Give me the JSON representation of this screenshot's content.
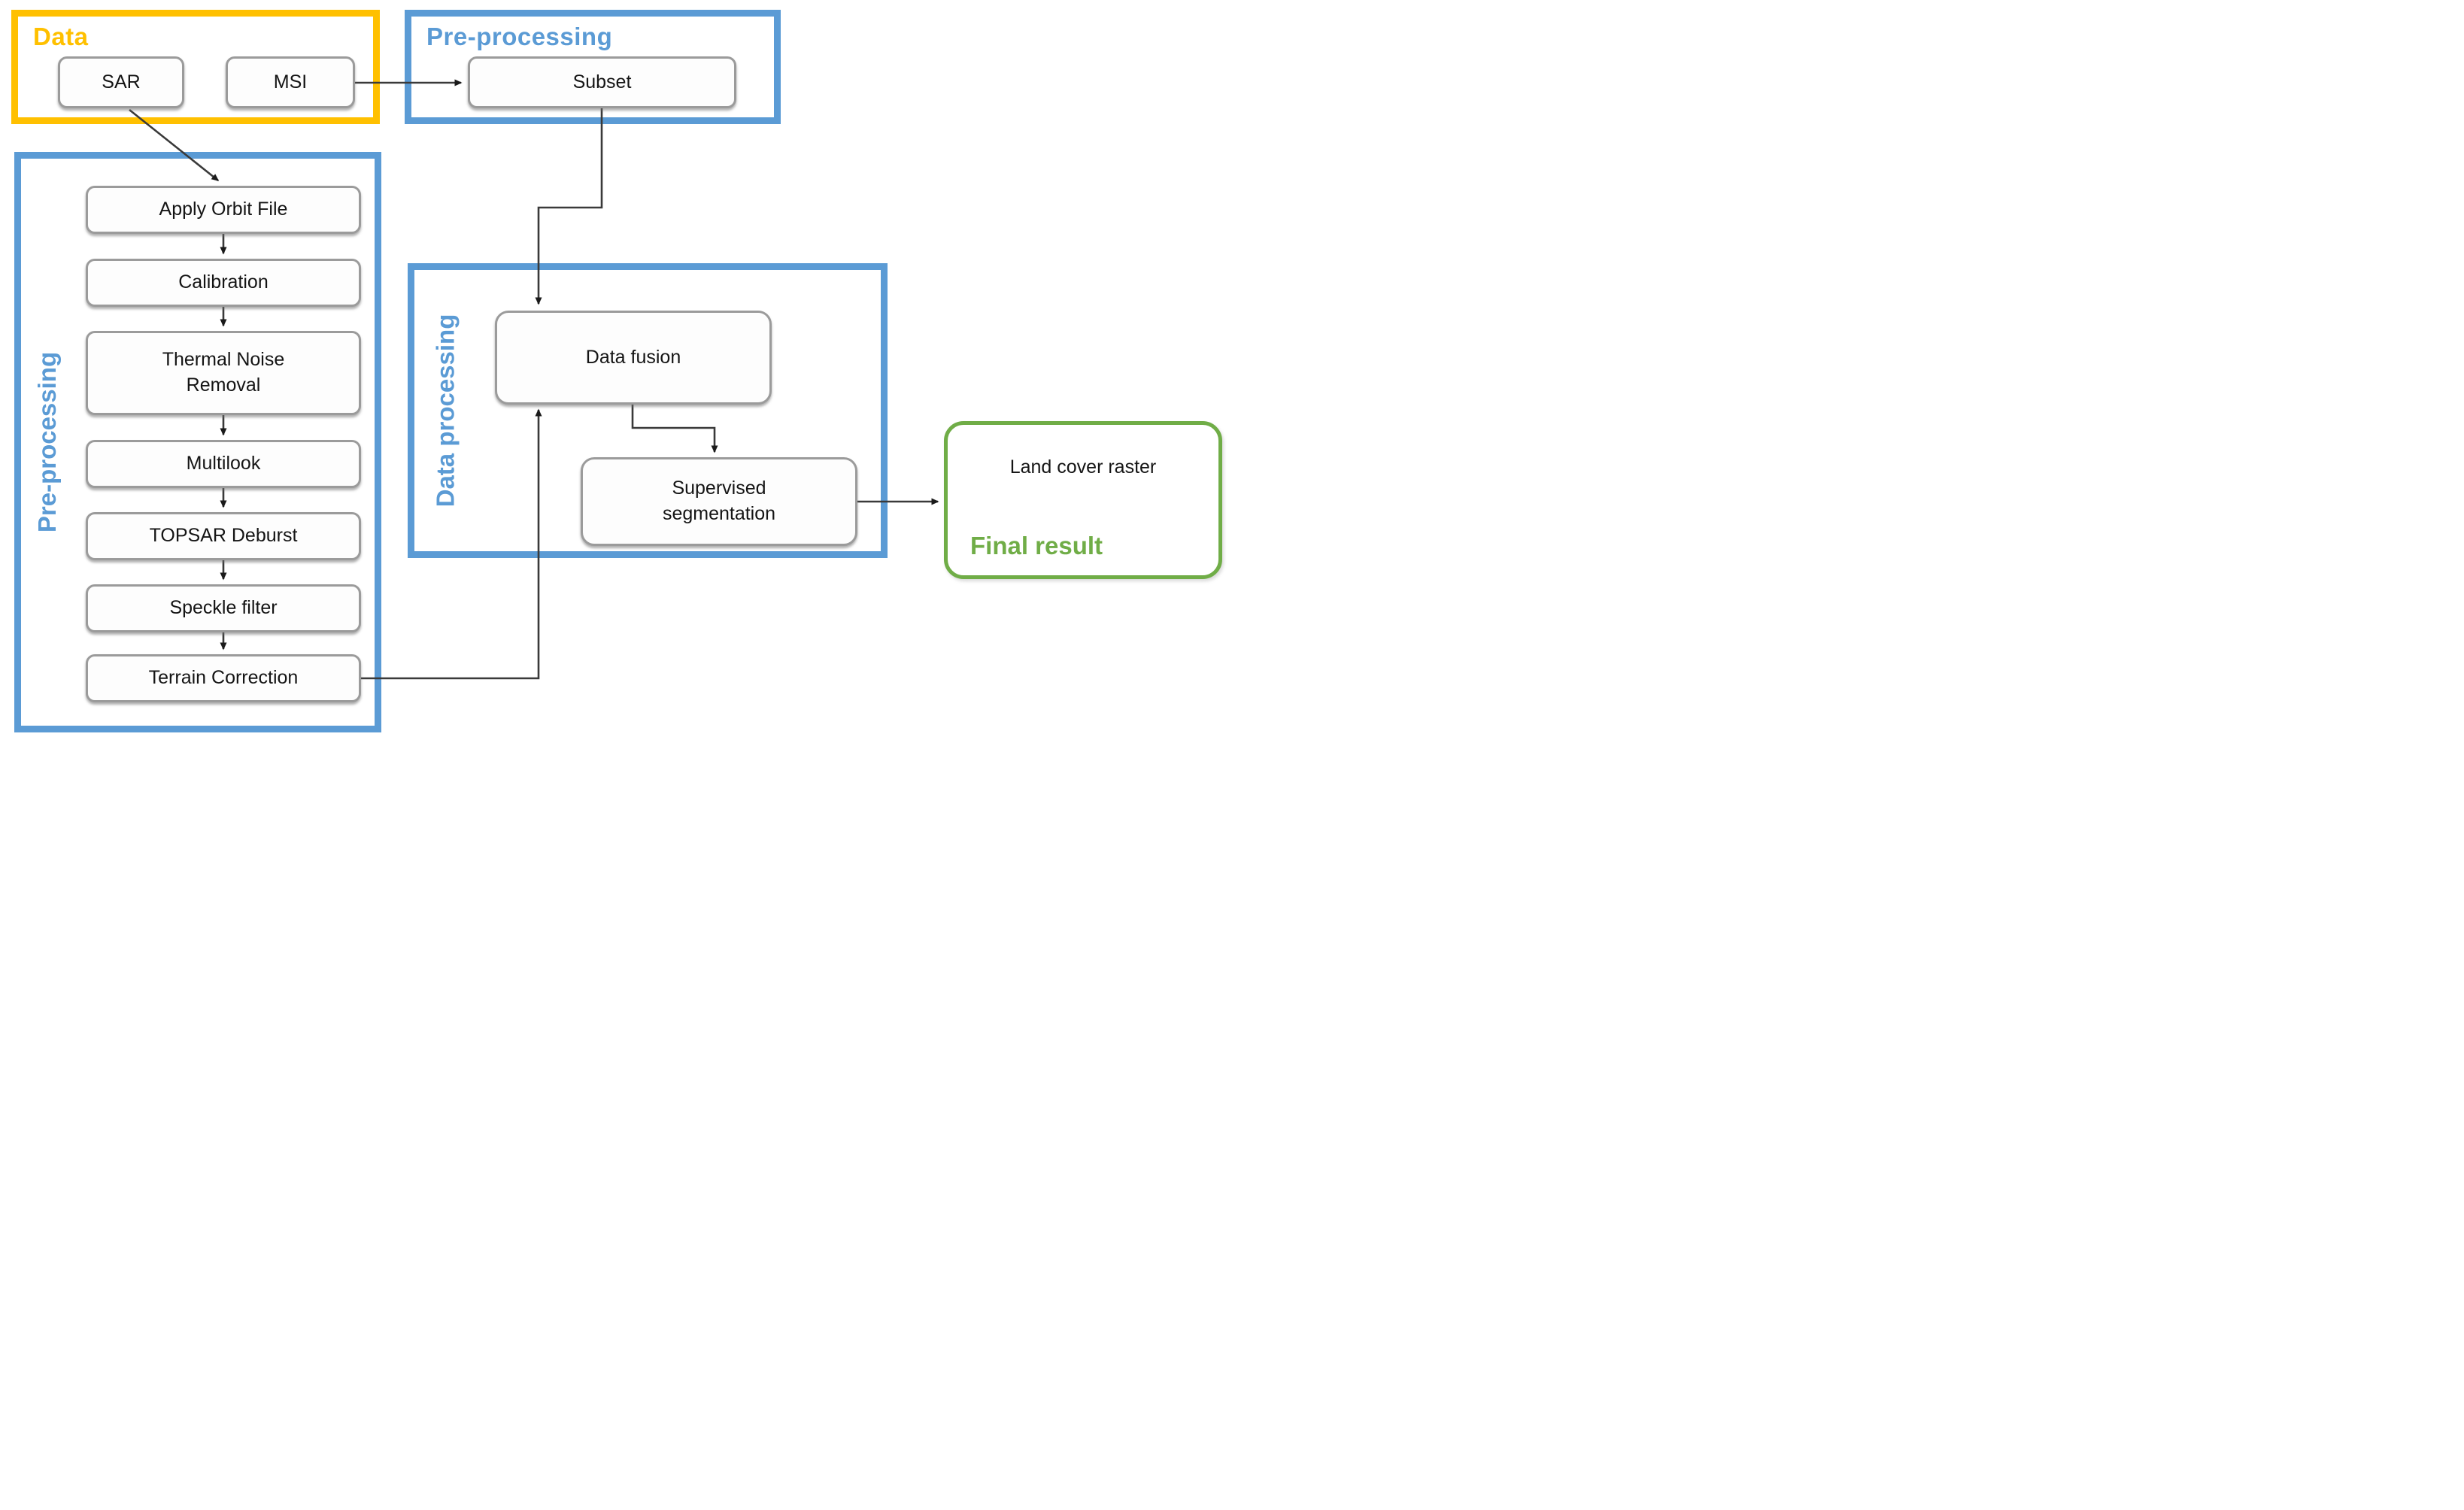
{
  "groups": {
    "data": {
      "label": "Data",
      "color": "#FFC000"
    },
    "preprocessing_top": {
      "label": "Pre-processing",
      "color": "#5B9BD5"
    },
    "preprocessing_left": {
      "label": "Pre-processing",
      "color": "#5B9BD5"
    },
    "data_processing": {
      "label": "Data processing",
      "color": "#5B9BD5"
    },
    "final_result": {
      "label": "Final result",
      "color": "#70AD47"
    }
  },
  "nodes": {
    "sar": "SAR",
    "msi": "MSI",
    "subset": "Subset",
    "apply_orbit_file": "Apply Orbit File",
    "calibration": "Calibration",
    "thermal_noise_removal": "Thermal Noise Removal",
    "multilook": "Multilook",
    "topsar_deburst": "TOPSAR Deburst",
    "speckle_filter": "Speckle filter",
    "terrain_correction": "Terrain Correction",
    "data_fusion": "Data fusion",
    "supervised_segmentation": "Supervised segmentation",
    "land_cover_raster": "Land cover raster"
  },
  "edges": [
    {
      "from": "SAR",
      "to": "Apply Orbit File"
    },
    {
      "from": "MSI",
      "to": "Subset"
    },
    {
      "from": "Subset",
      "to": "Data fusion"
    },
    {
      "from": "Apply Orbit File",
      "to": "Calibration"
    },
    {
      "from": "Calibration",
      "to": "Thermal Noise Removal"
    },
    {
      "from": "Thermal Noise Removal",
      "to": "Multilook"
    },
    {
      "from": "Multilook",
      "to": "TOPSAR Deburst"
    },
    {
      "from": "TOPSAR Deburst",
      "to": "Speckle filter"
    },
    {
      "from": "Speckle filter",
      "to": "Terrain Correction"
    },
    {
      "from": "Terrain Correction",
      "to": "Data fusion"
    },
    {
      "from": "Data fusion",
      "to": "Supervised segmentation"
    },
    {
      "from": "Supervised segmentation",
      "to": "Land cover raster"
    }
  ],
  "edge_line_color": "#3a3a3a",
  "node_border_color": "#9b9b9b"
}
